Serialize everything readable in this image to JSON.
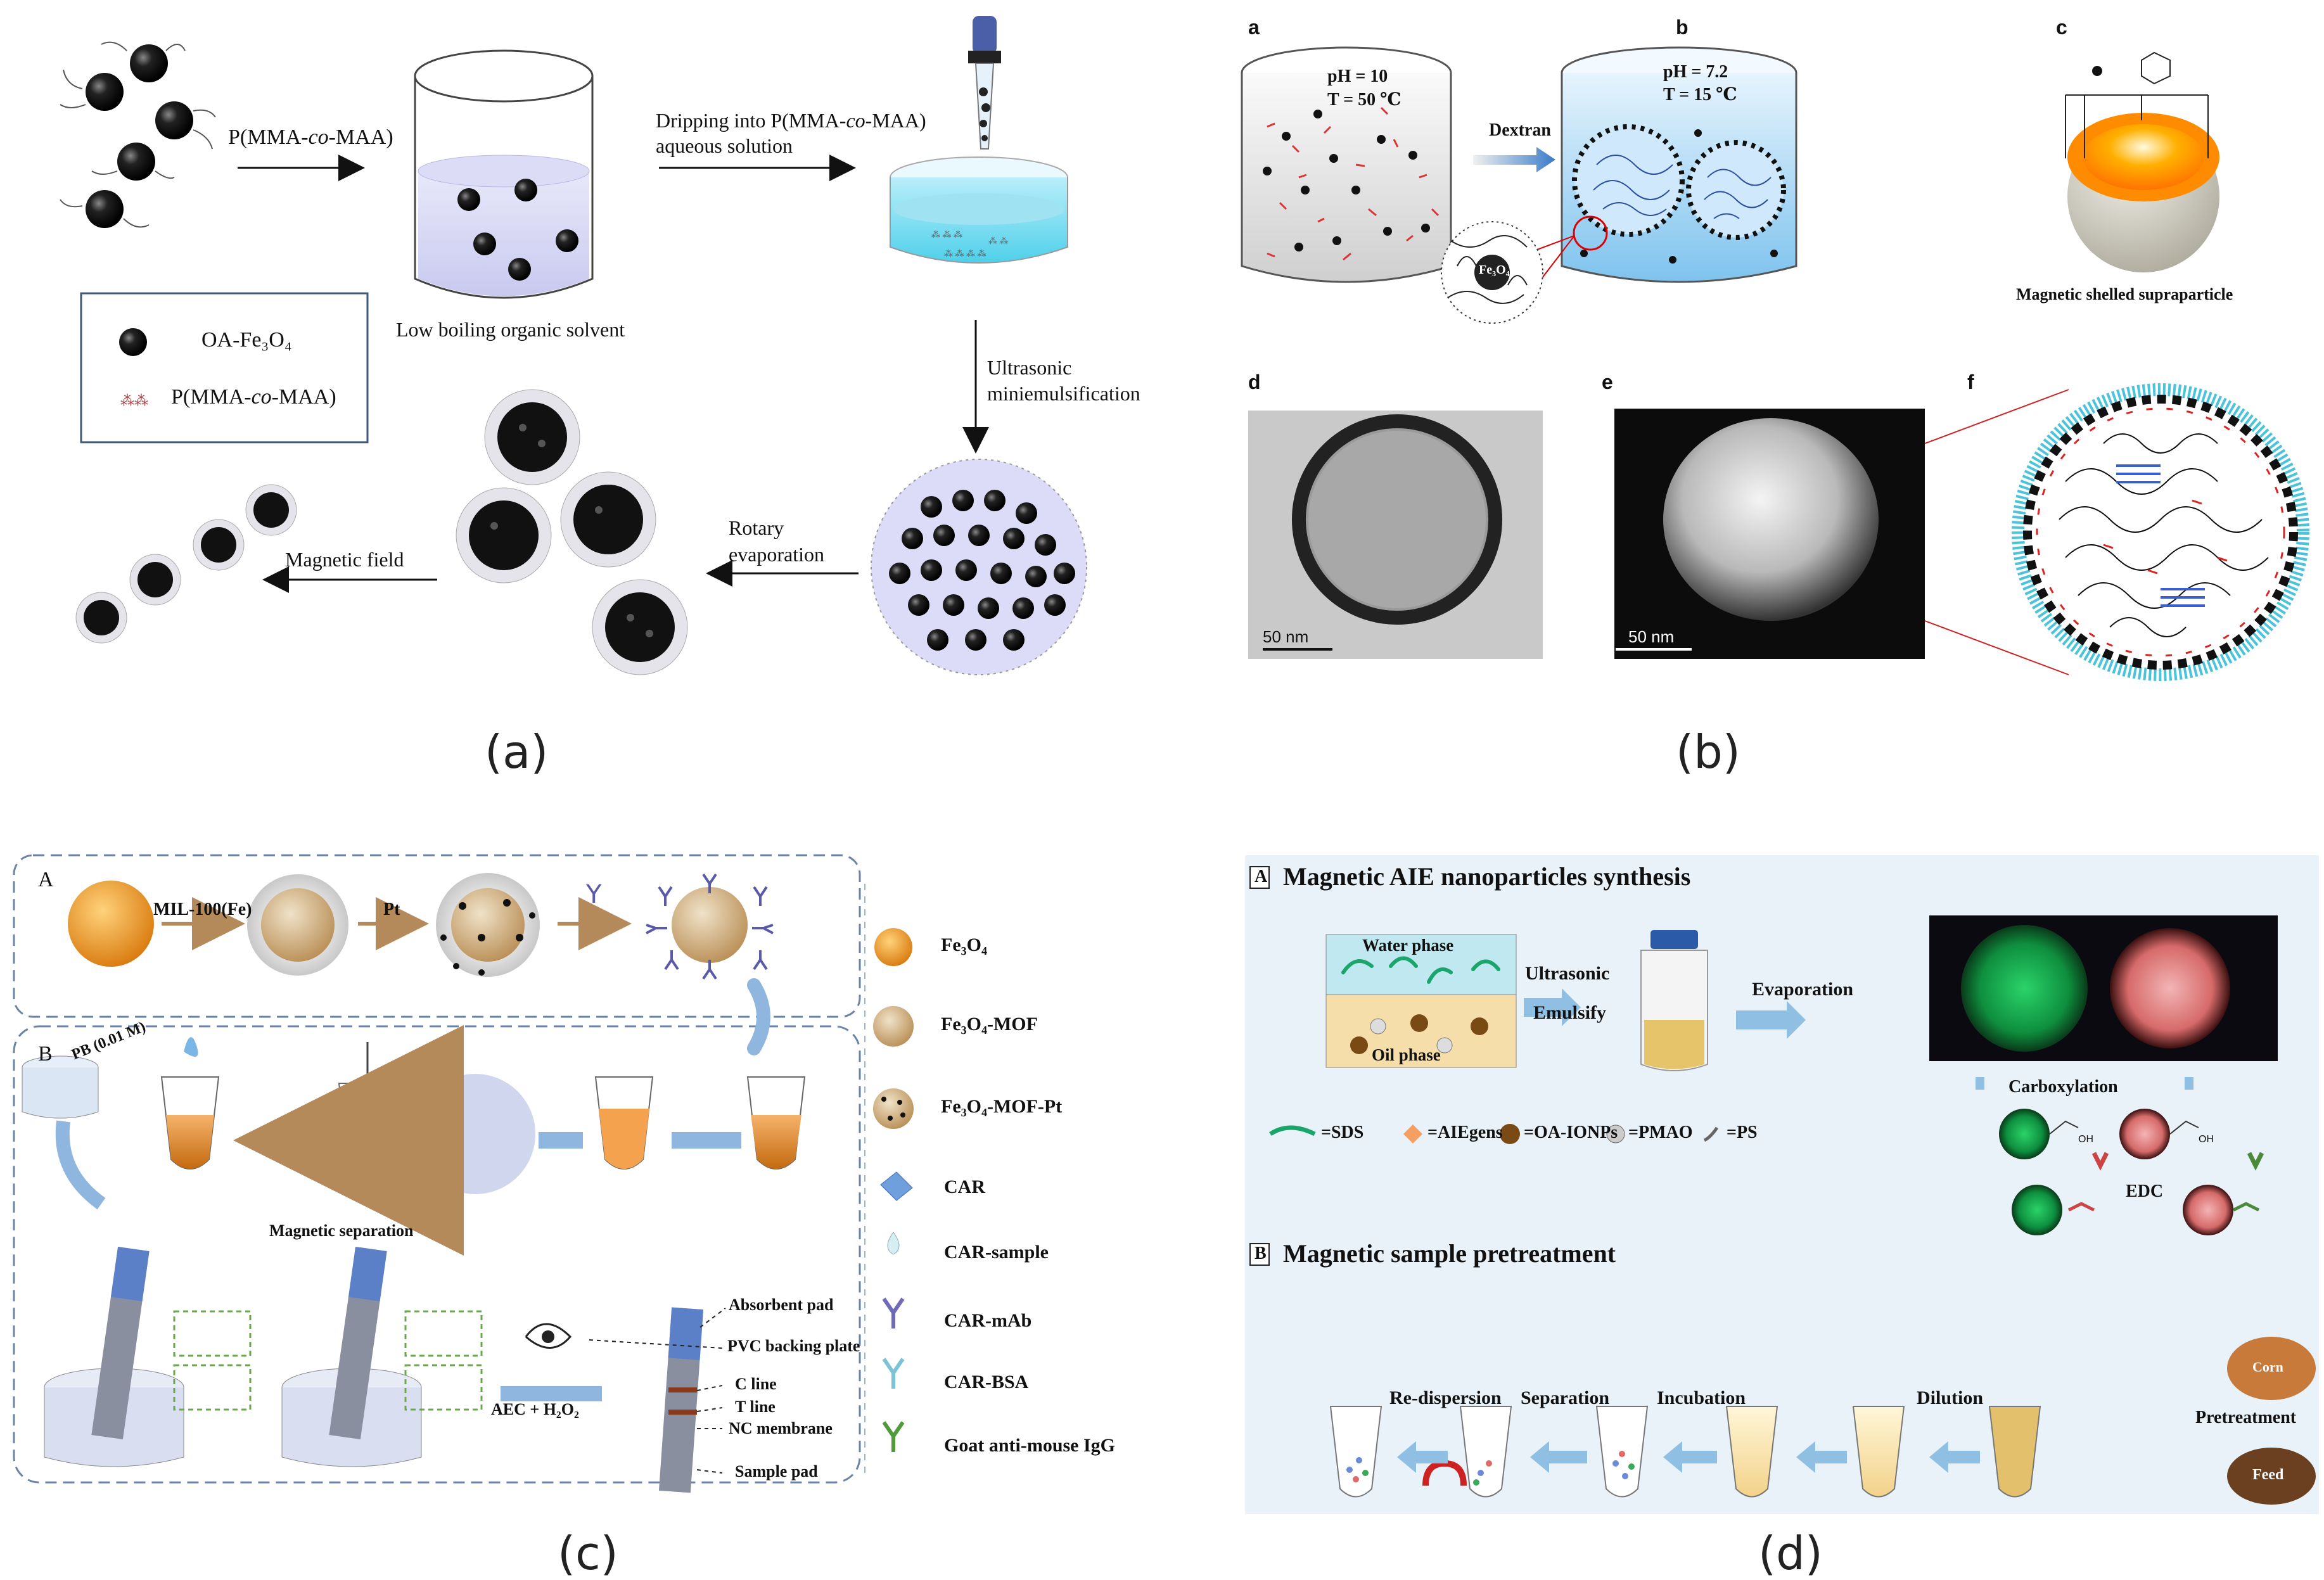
{
  "captions": {
    "a": "(a)",
    "b": "(b)",
    "c": "(c)",
    "d": "(d)"
  },
  "panel_a": {
    "step1_label": "P(MMA-co-MAA)",
    "step1_label_pre": "P(MMA-",
    "step1_label_italic": "co",
    "step1_label_post": "-MAA)",
    "beaker_caption": "Low boiling organic solvent",
    "step2_line1_pre": "Dripping into P(MMA-",
    "step2_line1_italic": "co",
    "step2_line1_post": "-MAA)",
    "step2_line2": "aqueous solution",
    "step3_line1": "Ultrasonic",
    "step3_line2": "miniemulsification",
    "step4_line1": "Rotary",
    "step4_line2": "evaporation",
    "step5_label": "Magnetic field",
    "legend": {
      "item1": "OA-Fe₃O₄",
      "item2_pre": "P(MMA-",
      "item2_italic": "co",
      "item2_post": "-MAA)"
    }
  },
  "panel_b": {
    "labels": {
      "a": "a",
      "b": "b",
      "c": "c",
      "d": "d",
      "e": "e",
      "f": "f"
    },
    "left_beaker_ph": "pH = 10",
    "left_beaker_t": "T   = 50 ℃",
    "right_beaker_ph": "pH = 7.2",
    "right_beaker_t": "T  = 15 ℃",
    "arrow_label": "Dextran",
    "fe3o4_label": "Fe₃O₄",
    "shell_caption": "Magnetic shelled supraparticle",
    "scale_d": "50 nm",
    "scale_e": "50 nm"
  },
  "panel_c": {
    "section_A": "A",
    "section_B": "B",
    "mil_label": "MIL-100(Fe)",
    "pt_label": "Pt",
    "pb_label": "PB  (0.01 M)",
    "magnetic_separation": "Magnetic separation",
    "aec_label": "AEC + H₂O₂",
    "strip_labels": [
      "Absorbent pad",
      "PVC backing plate",
      "C line",
      "T line",
      "NC membrane",
      "Sample pad"
    ],
    "legend": [
      "Fe₃O₄",
      "Fe₃O₄-MOF",
      "Fe₃O₄-MOF-Pt",
      "CAR",
      "CAR-sample",
      "CAR-mAb",
      "CAR-BSA",
      "Goat anti-mouse IgG"
    ]
  },
  "panel_d": {
    "section_A_letter": "A",
    "section_A_title": "Magnetic AIE nanoparticles synthesis",
    "section_B_letter": "B",
    "section_B_title": "Magnetic sample pretreatment",
    "water_phase": "Water phase",
    "oil_phase": "Oil phase",
    "ultrasonic": "Ultrasonic",
    "emulsify": "Emulsify",
    "evaporation": "Evaporation",
    "carboxylation": "Carboxylation",
    "edc": "EDC",
    "oh": "OH",
    "legend": [
      "=SDS",
      "=AIEgens",
      "=OA-IONPs",
      "=PMAO",
      "=PS"
    ],
    "steps": [
      "Re-dispersion",
      "Separation",
      "Incubation",
      "Dilution"
    ],
    "pretreatment": "Pretreatment",
    "corn": "Corn",
    "feed": "Feed"
  },
  "colors": {
    "panel_d_bg": "#e8f2f8",
    "arrow_blue": "#8fc0e4",
    "tan_arrow": "#b48a5a",
    "water": "#bfe8f0",
    "oil": "#f6deaa"
  }
}
